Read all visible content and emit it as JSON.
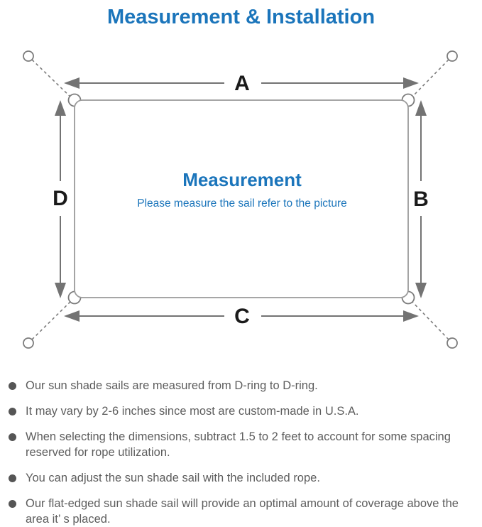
{
  "title": "Measurement & Installation",
  "colors": {
    "accent_blue": "#1B75BB",
    "arrow_gray": "#737373",
    "outline_gray": "#969696",
    "label_black": "#1a1a1a",
    "note_text_gray": "#5d5d5d"
  },
  "diagram": {
    "labels": {
      "top": "A",
      "right": "B",
      "bottom": "C",
      "left": "D"
    },
    "center_title": "Measurement",
    "center_subtitle": "Please measure the sail refer to the picture"
  },
  "notes": [
    "Our sun shade sails are measured from D-ring to D-ring.",
    "It may vary by 2-6 inches since most are custom-made in U.S.A.",
    "When selecting the dimensions, subtract 1.5 to 2 feet to account for some spacing reserved for rope utilization.",
    "You can adjust the sun shade sail with the included rope.",
    "Our flat-edged sun shade sail will provide an optimal amount of coverage above the area it’ s placed."
  ]
}
